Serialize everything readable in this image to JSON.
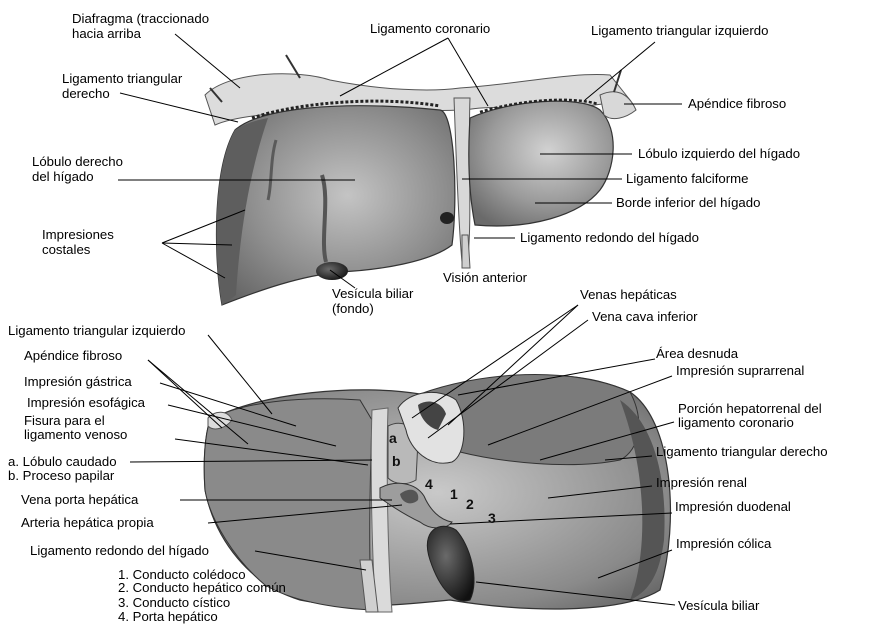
{
  "anterior": {
    "view_caption": "Visión anterior",
    "labels": {
      "diaphragm_line1": "Diafragma (traccionado",
      "diaphragm_line2": "hacia arriba",
      "coronary_ligament": "Ligamento coronario",
      "left_triangular_ligament": "Ligamento triangular izquierdo",
      "right_triangular_line1": "Ligamento triangular",
      "right_triangular_line2": "derecho",
      "fibrous_appendix": "Apéndice fibroso",
      "right_lobe_line1": "Lóbulo derecho",
      "right_lobe_line2": "del hígado",
      "left_lobe": "Lóbulo izquierdo del hígado",
      "falciform_ligament": "Ligamento falciforme",
      "inferior_border": "Borde inferior del hígado",
      "costal_impressions_line1": "Impresiones",
      "costal_impressions_line2": "costales",
      "round_ligament": "Ligamento redondo del hígado",
      "gallbladder_line1": "Vesícula biliar",
      "gallbladder_line2": "(fondo)"
    }
  },
  "visceral": {
    "labels": {
      "hepatic_veins": "Venas hepáticas",
      "inferior_vena_cava": "Vena cava inferior",
      "left_triangular_ligament": "Ligamento triangular izquierdo",
      "fibrous_appendix": "Apéndice fibroso",
      "bare_area": "Área desnuda",
      "gastric_impression": "Impresión gástrica",
      "suprarenal_impression": "Impresión suprarrenal",
      "esophageal_impression": "Impresión esofágica",
      "hepatorenal_line1": "Porción hepatorrenal del",
      "hepatorenal_line2": "ligamento coronario",
      "venous_fissure_line1": "Fisura para el",
      "venous_fissure_line2": "ligamento venoso",
      "right_triangular_ligament": "Ligamento triangular derecho",
      "caudate_lobe": "a. Lóbulo caudado",
      "papillary_process": "b. Proceso papilar",
      "renal_impression": "Impresión renal",
      "portal_vein": "Vena porta hepática",
      "duodenal_impression": "Impresión duodenal",
      "hepatic_artery": "Arteria hepática propia",
      "round_ligament": "Ligamento redondo del hígado",
      "colic_impression": "Impresión cólica",
      "gallbladder": "Vesícula biliar"
    },
    "markers": {
      "a": "a",
      "b": "b",
      "one": "1",
      "two": "2",
      "three": "3",
      "four": "4"
    },
    "key": [
      "1. Conducto colédoco",
      "2. Conducto hepático común",
      "3. Conducto cístico",
      "4. Porta hepático"
    ]
  },
  "colors": {
    "liver_dark": "#6f6f6f",
    "liver_mid": "#8d8d8d",
    "liver_light": "#bdbdbd",
    "ligament": "#d6d6d6",
    "gallbladder": "#2a2a2a"
  }
}
